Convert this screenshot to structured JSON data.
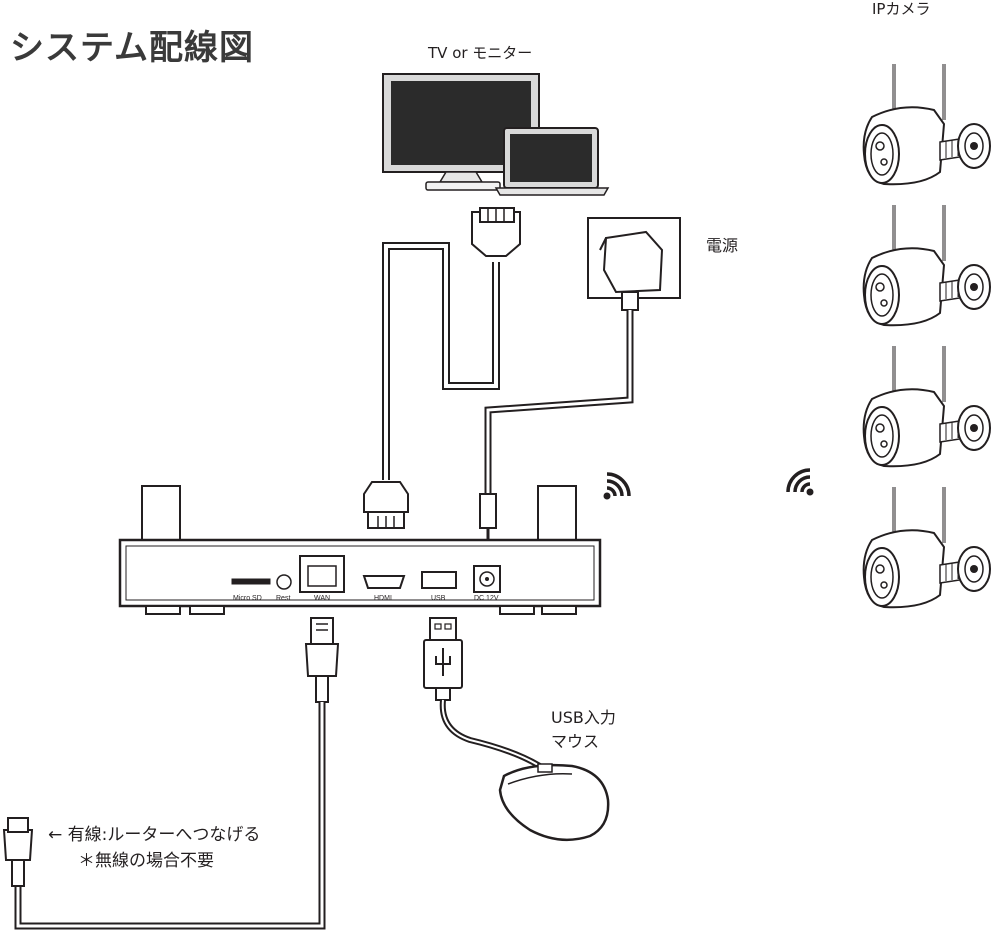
{
  "title": "システム配線図",
  "labels": {
    "monitor": "TV or モニター",
    "ip_camera": "IPカメラ",
    "power": "電源",
    "usb_input": "USB入力",
    "mouse": "マウス",
    "wired_note": "← 有線:ルーターへつなげる",
    "wireless_note": "＊無線の場合不要"
  },
  "ports": {
    "microsd": "Micro SD",
    "reset": "Rest",
    "wan": "WAN",
    "hdmi": "HDMI",
    "usb": "USB",
    "dc": "DC 12V"
  },
  "colors": {
    "line": "#231f20",
    "screen": "#2b2b2b",
    "title": "#3a3a3a"
  },
  "icons": [
    "wifi-signal-icon",
    "wifi-signal-icon"
  ]
}
